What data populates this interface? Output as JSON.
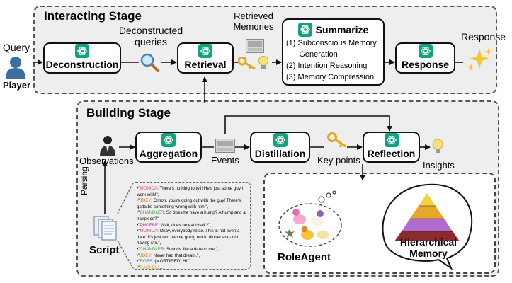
{
  "interacting_stage": {
    "title": "Interacting Stage",
    "query_label": "Query",
    "player_label": "Player",
    "deconstruction_label": "Deconstruction",
    "deconstructed_queries_label": "Deconstructed\nqueries",
    "retrieval_label": "Retrieval",
    "retrieved_memories_label": "Retrieved\nMemories",
    "summarize_label": "Summarize",
    "summarize_items": [
      "(1) Subconscious Memory",
      "      Generation",
      "(2) Intention Reasoning",
      "(3) Memory Compression"
    ],
    "response_node_label": "Response",
    "response_label": "Response"
  },
  "building_stage": {
    "title": "Building Stage",
    "observations_label": "Observations",
    "aggregation_label": "Aggregation",
    "events_label": "Events",
    "distillation_label": "Distillation",
    "key_points_label": "Key points",
    "reflection_label": "Reflection",
    "insights_label": "Insights",
    "parsing_label": "Parsing",
    "script_label": "Script",
    "script_lines": [
      {
        "speaker": "MONICA",
        "cls": "spk-monica",
        "text": ": There's nothing to tell! He's just some guy I work with!\","
      },
      {
        "speaker": "JOEY",
        "cls": "spk-joey",
        "text": ": C'mon, you're going out with the guy! There's gotta be something wrong with him!\","
      },
      {
        "speaker": "CHANDLER",
        "cls": "spk-chandler",
        "text": ": So does he have a hump? A hump and a hairpiece?\","
      },
      {
        "speaker": "PHOEBE",
        "cls": "spk-phoebe",
        "text": ": Wait, does he eat chalk?\","
      },
      {
        "speaker": "MONICA",
        "cls": "spk-monica",
        "text": ": Okay, everybody relax. This is not even a date. It's just two people going out to dinner and- not having s*x.\","
      },
      {
        "speaker": "CHANDLER",
        "cls": "spk-chandler",
        "text": ": Sounds like a date to me.\","
      },
      {
        "speaker": "JOEY",
        "cls": "spk-joey",
        "text": ": Never had that dream.\","
      },
      {
        "speaker": "ROSS",
        "cls": "spk-ross",
        "text": ": (MORTIFIED) Hi.\","
      },
      {
        "speaker": "RACHEL",
        "cls": "spk-rachel",
        "text": ": ..."
      }
    ]
  },
  "role_agent": {
    "role_agent_label": "RoleAgent",
    "hierarchical_memory_label": "Hierarchical\nMemory"
  },
  "icons": {
    "gpt": "openai-logo-icon",
    "player": "person-silhouette-icon",
    "search": "magnifying-glass-icon",
    "key": "key-icon",
    "bulb": "light-bulb-icon",
    "sparkle": "sparkles-icon",
    "documents": "documents-icon",
    "memory_photo": "memory-photo-icon"
  },
  "colors": {
    "panel_fill": "#eeeeee",
    "panel_border": "#555555",
    "key_gold": "#e0a818",
    "bulb_yellow": "#f7e27a",
    "sparkle_gold": "#f4c430",
    "gpt_green": "#10a37f"
  }
}
